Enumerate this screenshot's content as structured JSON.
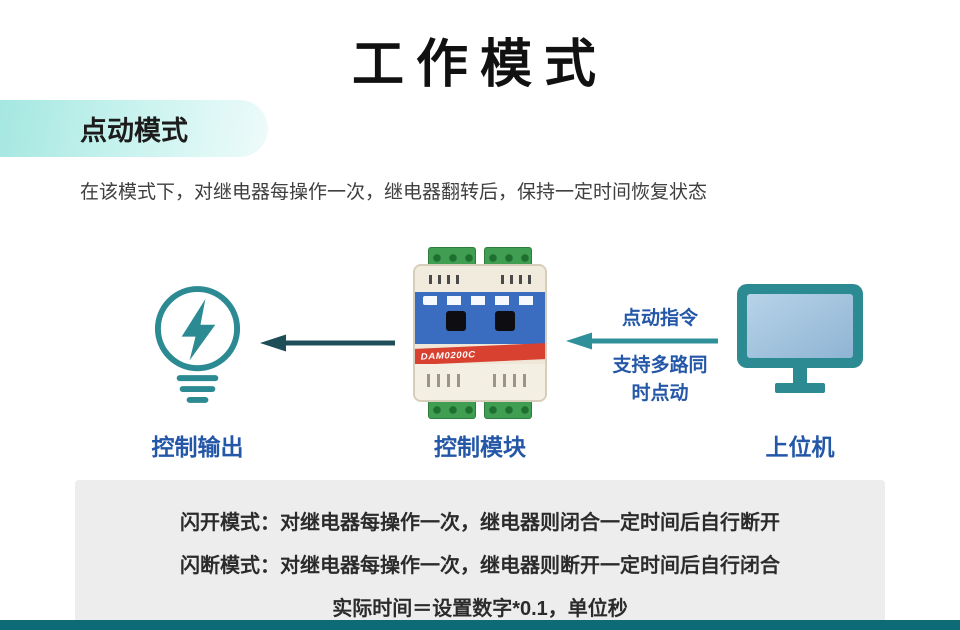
{
  "page": {
    "title": "工作模式"
  },
  "section": {
    "header": "点动模式",
    "description": "在该模式下，对继电器每操作一次，继电器翻转后，保持一定时间恢复状态"
  },
  "diagram": {
    "output_label": "控制输出",
    "module_label": "控制模块",
    "host_label": "上位机",
    "device_model": "DAM0200C",
    "command_label": "点动指令",
    "command_note": "支持多路同时点动",
    "icons": {
      "output": "lightbulb-flash-icon",
      "module": "relay-module-image",
      "host": "monitor-icon",
      "arrows": "arrow-left-icon"
    }
  },
  "notes": {
    "line1": "闪开模式：对继电器每操作一次，继电器则闭合一定时间后自行断开",
    "line2": "闪断模式：对继电器每操作一次，继电器则断开一定时间后自行闭合",
    "line3": "实际时间＝设置数字*0.1，单位秒"
  },
  "colors": {
    "accent_teal": "#2b8a92",
    "label_blue": "#2457a7",
    "arrow_dark": "#1d4e58",
    "header_pill_bg": "#a5e7e1",
    "device_blue": "#3a6cc0",
    "device_red": "#d8412f",
    "terminal_green": "#3f9e52",
    "notes_bg": "#ededed",
    "footer_bar": "#0d6b75"
  }
}
